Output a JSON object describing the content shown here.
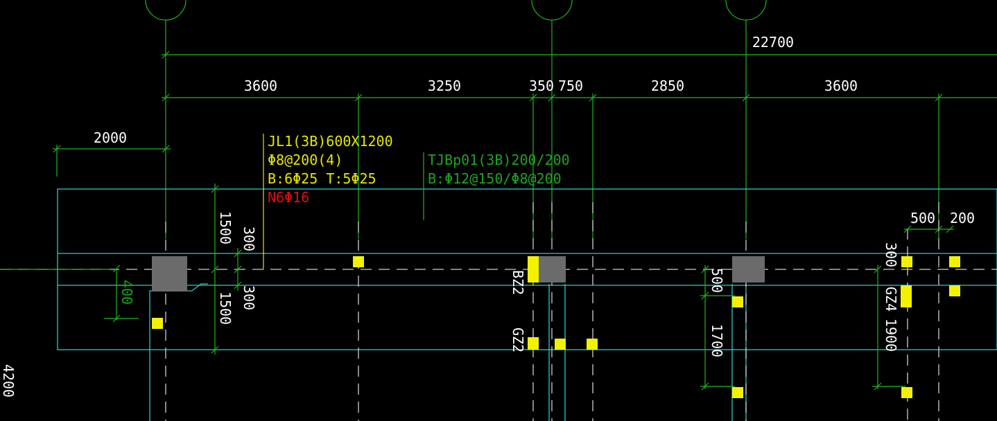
{
  "colors": {
    "background": "#000000",
    "axis_lines": "#1db81d",
    "beam_outline": "#2ec9c9",
    "dimension_text": "#ffffff",
    "beam_annotation": "#e6e600",
    "strip_annotation": "#1fa31f",
    "waist_bar_text": "#e01010",
    "column": "#6b6b6b",
    "pile_marker": "#f2f200"
  },
  "dimensions": {
    "overall": "22700",
    "span_1": "3600",
    "span_2": "3250",
    "span_3": "350",
    "span_4": "750",
    "span_5": "2850",
    "span_6": "3600",
    "overhang": "2000",
    "top_half": "1500",
    "bottom_half": "1500",
    "offset_top": "300",
    "offset_bottom": "300",
    "step_left": "400",
    "right_500": "500",
    "right_200": "200",
    "right_300": "300",
    "gap_500": "500",
    "gap_1700": "1700",
    "gap_1900": "1900",
    "left_edge": "4200"
  },
  "beam_annotation": {
    "line1": "JL1(3B)600X1200",
    "line2": "Φ8@200(4)",
    "line3": "B:6Φ25  T:5Φ25",
    "line4": "N6Φ16"
  },
  "strip_annotation": {
    "line1": "TJBp01(3B)200/200",
    "line2": "B:Φ12@150/Φ8@200"
  },
  "labels": {
    "bz2": "BZ2",
    "gz2": "GZ2",
    "gz4": "GZ4"
  }
}
